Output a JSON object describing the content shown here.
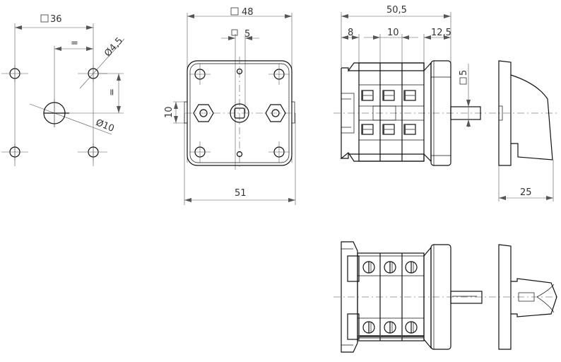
{
  "drawing": {
    "views": [
      {
        "name": "panel-cutout",
        "labels": {
          "square": "36",
          "equal_h": "=",
          "equal_v": "=",
          "hole_small": "Ø4,5",
          "hole_center": "Ø10"
        }
      },
      {
        "name": "rear-view",
        "labels": {
          "square": "48",
          "shaft_square": "5",
          "width": "51",
          "height": "10"
        }
      },
      {
        "name": "side-view",
        "labels": {
          "total": "50,5",
          "a": "8",
          "b": "10",
          "c": "12,5",
          "shaft_square": "5",
          "knob_depth": "25"
        }
      },
      {
        "name": "top-view",
        "labels": {}
      }
    ]
  },
  "dims": {
    "cutout_square": "36",
    "cutout_equal_h": "=",
    "cutout_equal_v": "=",
    "cutout_hole": "Ø4,5",
    "cutout_center": "Ø10",
    "rear_square": "48",
    "rear_shaft": "5",
    "rear_width": "51",
    "rear_height": "10",
    "side_total": "50,5",
    "side_a": "8",
    "side_b": "10",
    "side_c": "12,5",
    "side_shaft": "5",
    "knob_depth": "25"
  }
}
